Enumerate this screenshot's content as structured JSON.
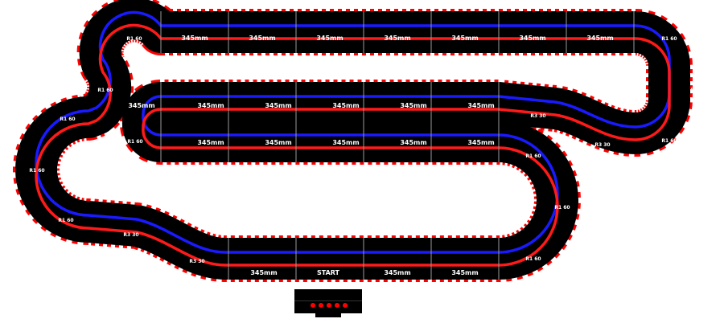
{
  "colors": {
    "background": "#ffffff",
    "asphalt": "#000000",
    "lane_blue": "#1a1aff",
    "lane_red": "#ff1a1a",
    "kerb_red": "#ff0000",
    "kerb_white": "#ffffff",
    "section_divider": "#9a9a9a",
    "start_lights": "#ff0000"
  },
  "labels": {
    "top_straights": [
      "345mm",
      "345mm",
      "345mm",
      "345mm",
      "345mm",
      "345mm",
      "345mm"
    ],
    "middle_upper_straights": [
      "345mm",
      "345mm",
      "345mm",
      "345mm",
      "345mm",
      "345mm"
    ],
    "middle_lower_straights": [
      "345mm",
      "345mm",
      "345mm",
      "345mm",
      "345mm"
    ],
    "bottom_straight_left": "345mm",
    "start": "START",
    "bottom_straights_right": [
      "345mm",
      "345mm"
    ],
    "top_left_curve": [
      "R1 60",
      "R1 60"
    ],
    "left_inner_curve": "R1 60",
    "top_right_curve": [
      "R1 60",
      "R1 60"
    ],
    "right_r3_curves": [
      "R3 30",
      "R3 30"
    ],
    "right_outer_curve_lower": "R1 60",
    "right_lower_curve": [
      "R1 60",
      "R1 60",
      "R1 60"
    ],
    "far_left_curve": [
      "R1 60",
      "R1 60",
      "R1 60"
    ],
    "bottom_r3_curves": [
      "R3 30",
      "R3 30"
    ]
  },
  "start_lights_count": 5
}
